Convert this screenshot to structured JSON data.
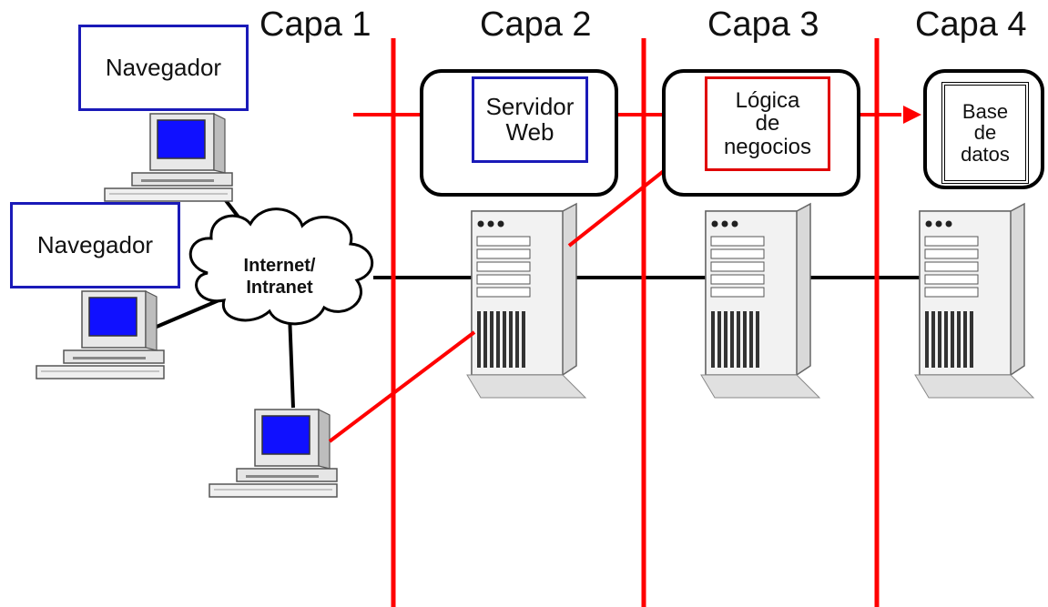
{
  "layers": [
    "Capa 1",
    "Capa 2",
    "Capa 3",
    "Capa 4"
  ],
  "browsers": [
    "Navegador",
    "Navegador"
  ],
  "network": {
    "line1": "Internet/",
    "line2": "Intranet"
  },
  "web_server": {
    "line1": "Servidor",
    "line2": "Web"
  },
  "business_logic": {
    "line1": "Lógica",
    "line2": "de",
    "line3": "negocios"
  },
  "database": {
    "line1": "Base",
    "line2": "de",
    "line3": "datos"
  },
  "colors": {
    "boundary": "#ff0000",
    "browser_border": "#1a1ab8",
    "web_border": "#1a1ab8",
    "logic_border": "#e00000",
    "db_border": "#000000",
    "screen": "#1010ff"
  }
}
